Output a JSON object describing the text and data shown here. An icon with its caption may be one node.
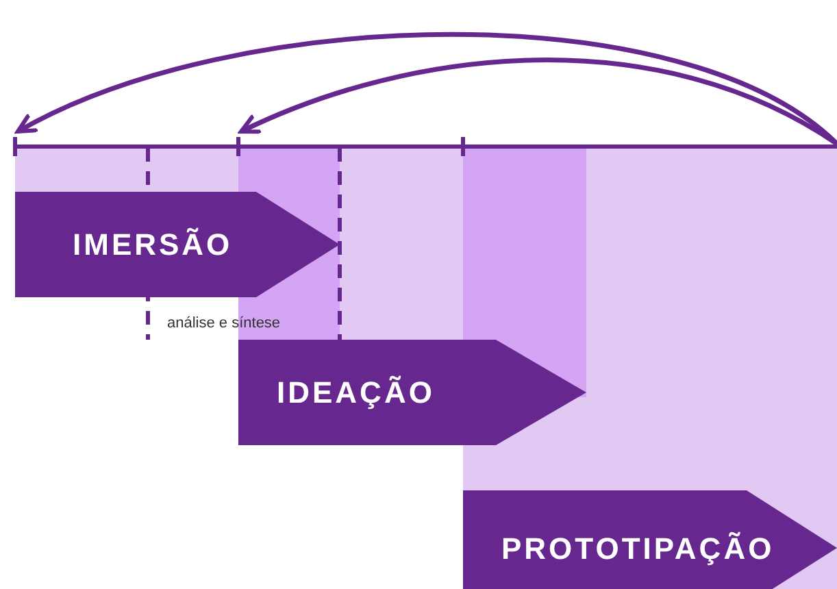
{
  "diagram": {
    "nodes": [
      {
        "text": [
          "IMERSÃO"
        ]
      },
      {
        "text": [
          "IDEAÇÃO"
        ]
      },
      {
        "text": [
          "PROTOTIPAÇÃO"
        ]
      },
      {
        "text": [],
        "shape": "bar"
      },
      {
        "text": [],
        "shape": "bar"
      }
    ],
    "edges": [
      {
        "from": null,
        "to": 3,
        "arrow": "to"
      },
      {
        "from": null,
        "to": 4,
        "arrow": "to"
      }
    ],
    "labels": [
      "análise e síntese"
    ]
  }
}
